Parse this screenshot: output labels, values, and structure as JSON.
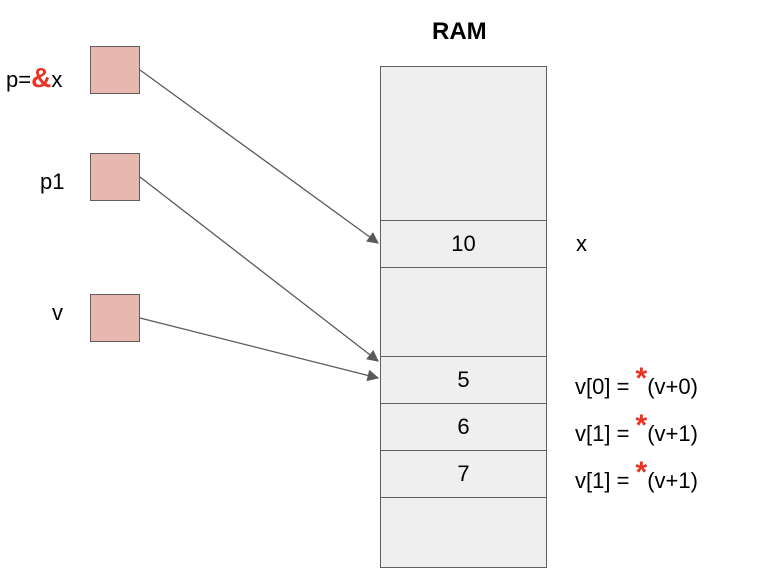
{
  "title": "RAM",
  "pointers": [
    {
      "prefix": "p=",
      "op": "&",
      "suffix": "x"
    },
    {
      "label": "p1"
    },
    {
      "label": "v"
    }
  ],
  "cells": {
    "x_value": "10",
    "v0_value": "5",
    "v1_value": "6",
    "v2_value": "7"
  },
  "labels": {
    "x": "x",
    "v0": {
      "before": "v[0] = ",
      "op": "*",
      "after": "(v+0)"
    },
    "v1": {
      "before": "v[1] = ",
      "op": "*",
      "after": "(v+1)"
    },
    "v2": {
      "before": "v[1] = ",
      "op": "*",
      "after": "(v+1)"
    }
  },
  "colors": {
    "pointer_box": "#e6b8af",
    "memory_cell": "#efefef",
    "operator": "#ea3323",
    "stroke": "#5f5f5f"
  }
}
